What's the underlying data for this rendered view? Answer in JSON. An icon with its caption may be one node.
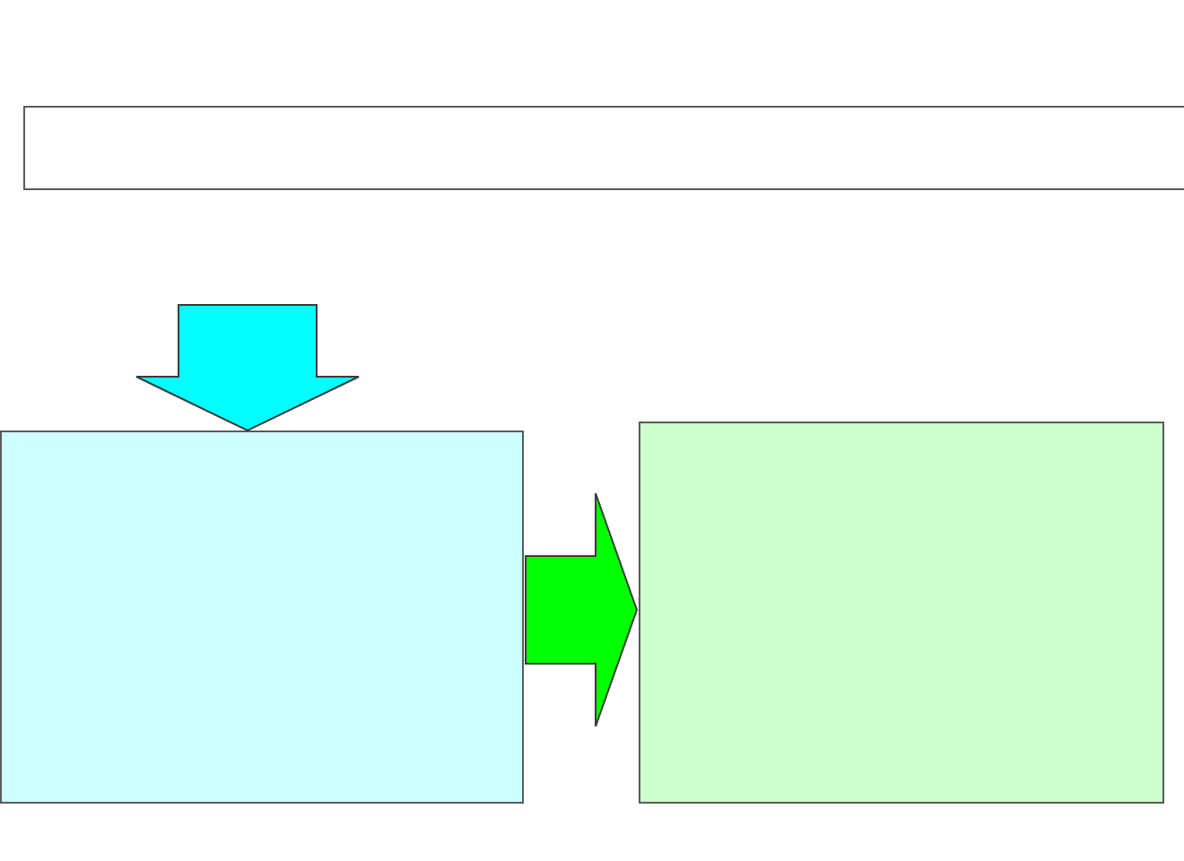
{
  "diagram": {
    "nodes": [
      {
        "text": [],
        "shape": "box"
      },
      {
        "text": [],
        "shape": "box"
      },
      {
        "text": [],
        "shape": "box"
      }
    ],
    "edges": [
      {
        "from": null,
        "to": 1,
        "arrow": "to",
        "style": "thick",
        "color": "#00ffff"
      },
      {
        "from": 1,
        "to": 2,
        "arrow": "to",
        "style": "thick",
        "color": "#00ff00"
      }
    ]
  }
}
